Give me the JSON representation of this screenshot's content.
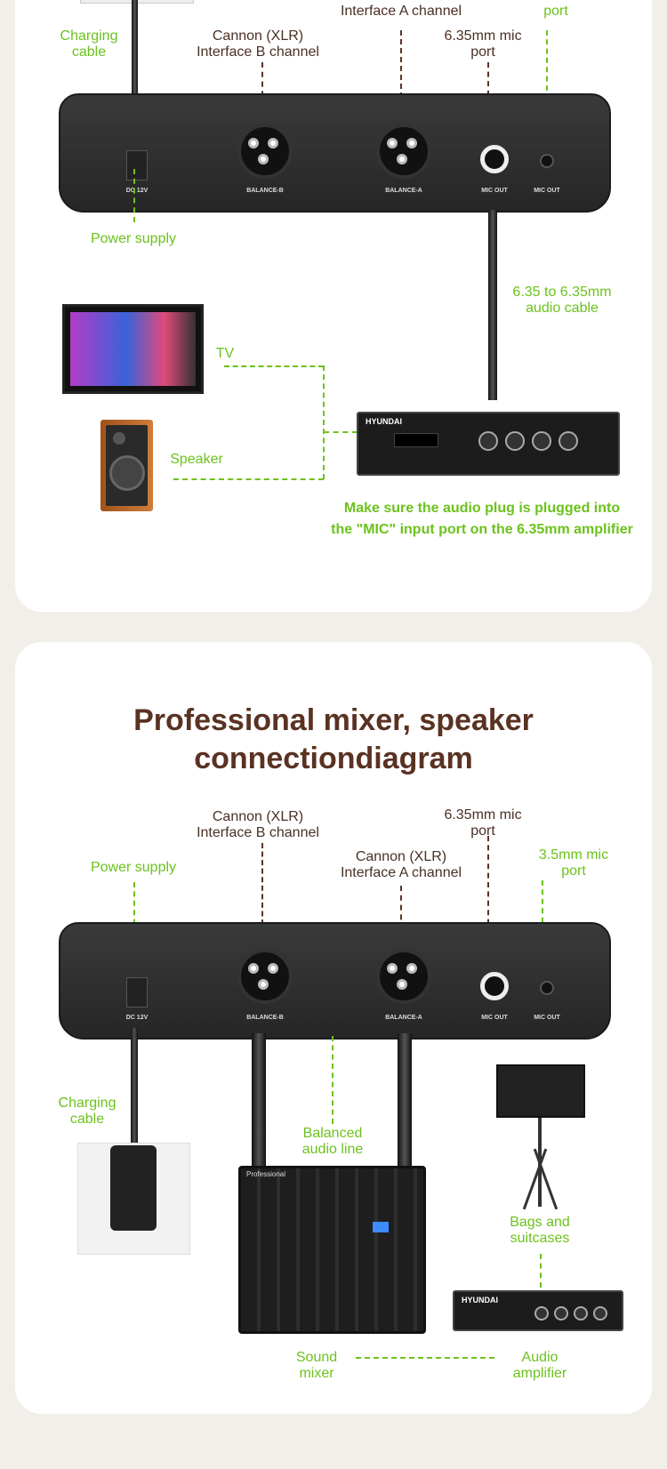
{
  "section1": {
    "labels": {
      "interface_a": "Cannon (XLR)\nInterface A channel",
      "interface_a_visible": "Interface A channel",
      "port_35": "port",
      "interface_b_l1": "Cannon (XLR)",
      "interface_b_l2": "Interface B channel",
      "mic635_l1": "6.35mm mic",
      "mic635_l2": "port",
      "charging_l1": "Charging",
      "charging_l2": "cable",
      "power": "Power supply",
      "cable_l1": "6.35 to 6.35mm",
      "cable_l2": "audio cable",
      "tv": "TV",
      "speaker": "Speaker",
      "note_l1": "Make sure the audio plug is plugged into",
      "note_l2": "the \"MIC\" input port on the 6.35mm amplifier"
    },
    "device_ports": {
      "dc": "DC 12V",
      "balance_b": "BALANCE-B",
      "balance_a": "BALANCE-A",
      "mic_out_1": "MIC OUT",
      "mic_out_2": "MIC OUT"
    },
    "amplifier_brand": "HYUNDAI"
  },
  "section2": {
    "title_l1": "Professional mixer, speaker",
    "title_l2": "connectiondiagram",
    "labels": {
      "interface_b_l1": "Cannon (XLR)",
      "interface_b_l2": "Interface B channel",
      "mic635_l1": "6.35mm mic",
      "mic635_l2": "port",
      "power": "Power supply",
      "interface_a_l1": "Cannon (XLR)",
      "interface_a_l2": "Interface A channel",
      "mic35_l1": "3.5mm mic",
      "mic35_l2": "port",
      "charging_l1": "Charging",
      "charging_l2": "cable",
      "balanced_l1": "Balanced",
      "balanced_l2": "audio line",
      "bags_l1": "Bags and",
      "bags_l2": "suitcases",
      "mixer_l1": "Sound",
      "mixer_l2": "mixer",
      "amp_l1": "Audio",
      "amp_l2": "amplifier"
    },
    "device_ports": {
      "dc": "DC 12V",
      "balance_b": "BALANCE-B",
      "balance_a": "BALANCE-A",
      "mic_out_1": "MIC OUT",
      "mic_out_2": "MIC OUT"
    },
    "mixer_brand": "Professional",
    "amplifier_brand": "HYUNDAI"
  },
  "colors": {
    "accent": "#6cc21c",
    "text": "#4a3024",
    "background": "#f2efea"
  }
}
